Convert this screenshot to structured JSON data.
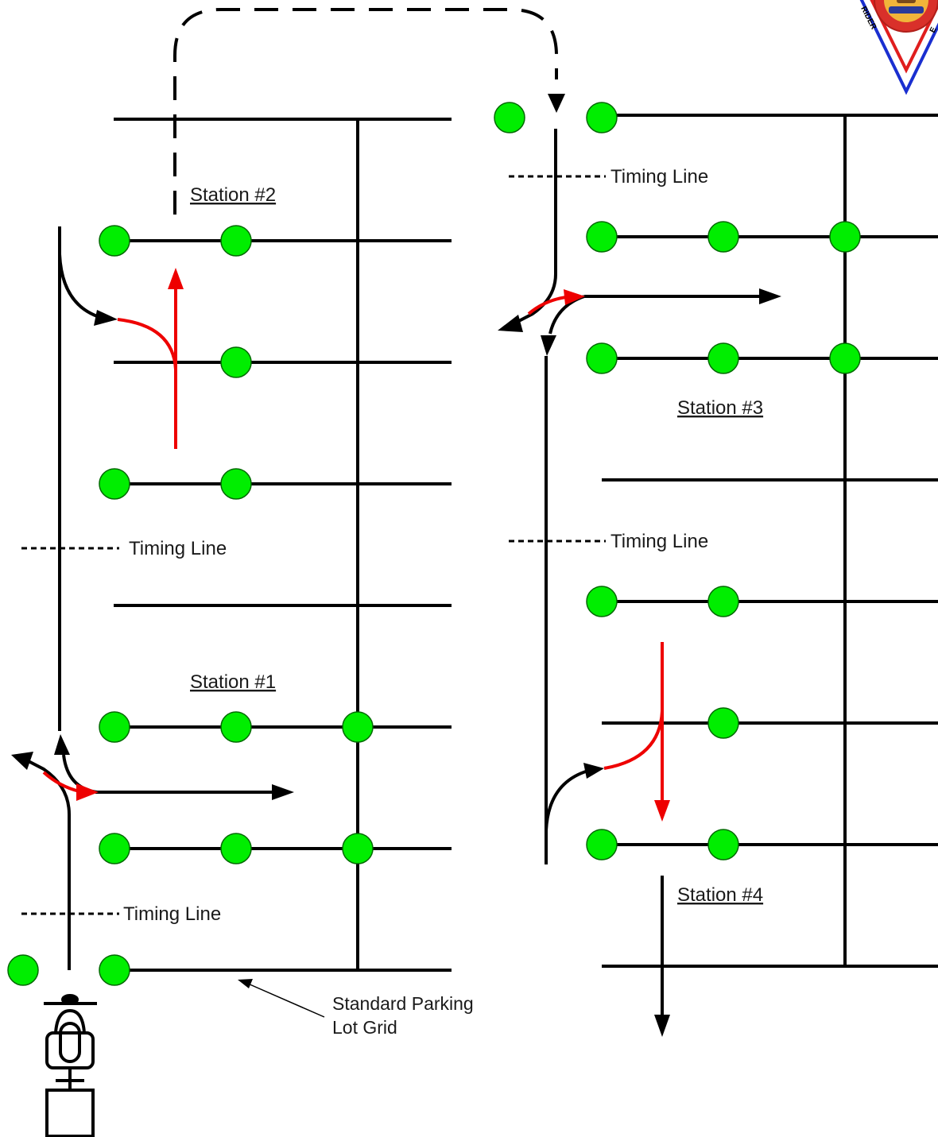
{
  "stations": {
    "s1": "Station #1",
    "s2": "Station #2",
    "s3": "Station #3",
    "s4": "Station #4"
  },
  "timing_line_label": "Timing Line",
  "callout": {
    "line1": "Standard Parking",
    "line2": "Lot Grid"
  },
  "logo": {
    "text_left": "RIDER",
    "text_right": "E"
  },
  "colors": {
    "cone": "#00ee00",
    "path_red": "#ee0000",
    "path_black": "#000000",
    "logo_blue": "#1a2fd0",
    "logo_red": "#e01e1e"
  }
}
